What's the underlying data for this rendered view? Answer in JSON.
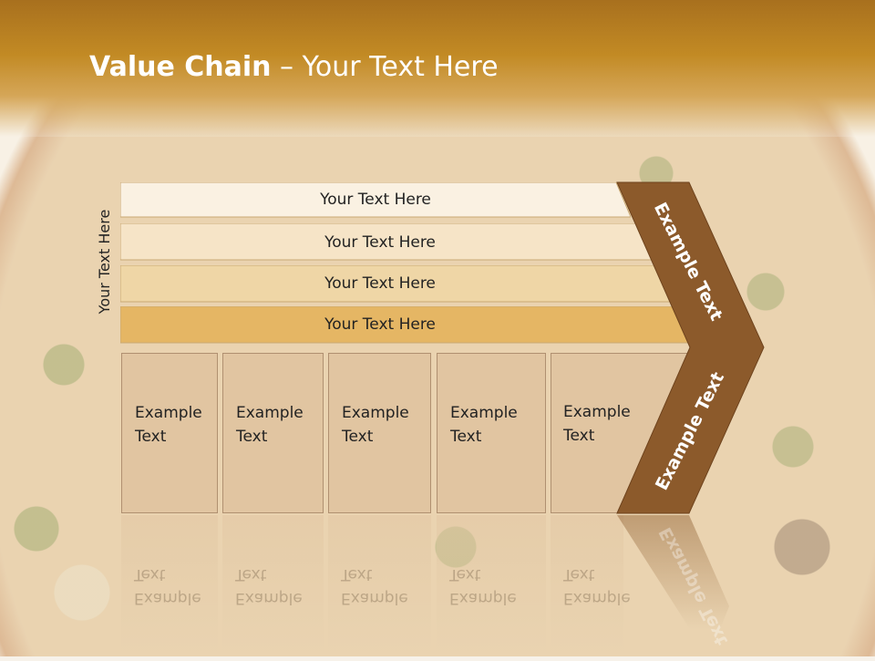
{
  "title": {
    "bold": "Value Chain",
    "rest": " – Your Text Here"
  },
  "side_label": "Your Text Here",
  "bars": [
    {
      "label": "Your Text Here",
      "fill": "#faf1e2"
    },
    {
      "label": "Your Text Here",
      "fill": "#f6e4c7"
    },
    {
      "label": "Your Text Here",
      "fill": "#efd6a6"
    },
    {
      "label": "Your Text Here",
      "fill": "#e5b664"
    }
  ],
  "boxes": [
    {
      "label": "Example\nText"
    },
    {
      "label": "Example\nText"
    },
    {
      "label": "Example\nText"
    },
    {
      "label": "Example\nText"
    },
    {
      "label": "Example\nText"
    }
  ],
  "chevron": {
    "top_label": "Example Text",
    "bottom_label": "Example Text",
    "color": "#8c5a2b"
  },
  "colors": {
    "header": "#c28a24",
    "box": "#e0c4a0"
  }
}
